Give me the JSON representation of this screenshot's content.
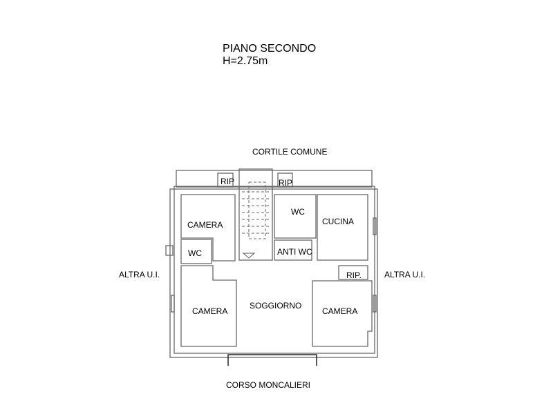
{
  "title": {
    "floor": "PIANO SECONDO",
    "height": "H=2.75m"
  },
  "surroundings": {
    "top": "CORTILE COMUNE",
    "left": "ALTRA U.I.",
    "right": "ALTRA U.I.",
    "bottom": "CORSO MONCALIERI"
  },
  "rooms": {
    "rip_left": "RIP",
    "rip_right": "RIP",
    "camera_top_left": "CAMERA",
    "wc_left": "WC",
    "wc_right": "WC",
    "cucina": "CUCINA",
    "anti_wc": "ANTI WC",
    "rip_mid_right": "RIP.",
    "camera_bottom_left": "CAMERA",
    "soggiorno": "SOGGIORNO",
    "camera_bottom_right": "CAMERA"
  }
}
